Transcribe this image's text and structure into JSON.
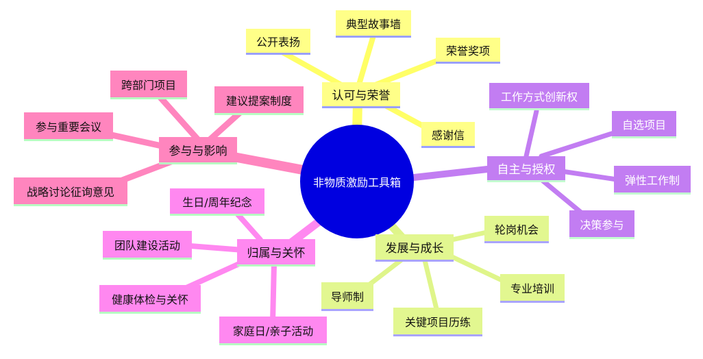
{
  "center": {
    "label": "非物质激励工具箱",
    "color": "#0000e0"
  },
  "branches": [
    {
      "id": "recognition",
      "label": "认可与荣誉",
      "color": "#ffff66",
      "children": [
        "典型故事墙",
        "公开表扬",
        "荣誉奖项",
        "感谢信"
      ]
    },
    {
      "id": "autonomy",
      "label": "自主与授权",
      "color": "#c27df2",
      "children": [
        "工作方式创新权",
        "自选项目",
        "弹性工作制",
        "决策参与"
      ]
    },
    {
      "id": "growth",
      "label": "发展与成长",
      "color": "#dff58a",
      "children": [
        "轮岗机会",
        "专业培训",
        "关键项目历练",
        "导师制"
      ]
    },
    {
      "id": "belonging",
      "label": "归属与关怀",
      "color": "#ff88f0",
      "children": [
        "生日/周年纪念",
        "团队建设活动",
        "健康体检与关怀",
        "家庭日/亲子活动"
      ]
    },
    {
      "id": "influence",
      "label": "参与与影响",
      "color": "#ff85be",
      "children": [
        "跨部门项目",
        "建议提案制度",
        "参与重要会议",
        "战略讨论征询意见"
      ]
    }
  ]
}
